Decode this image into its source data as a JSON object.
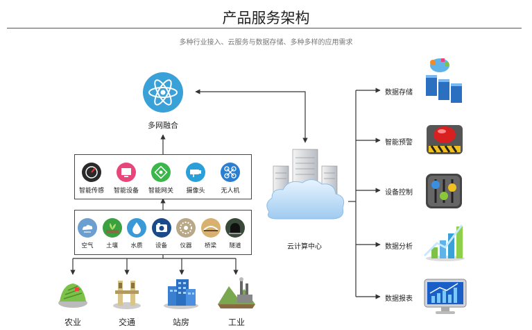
{
  "header": {
    "title": "产品服务架构",
    "subtitle": "多种行业接入、云服务与数据存储、多种多样的应用需求"
  },
  "fusion": {
    "label": "多网融合"
  },
  "devices": [
    {
      "label": "智能传感",
      "icon": "sensor-icon",
      "color": "#2a2a2a"
    },
    {
      "label": "智能设备",
      "icon": "device-icon",
      "color": "#e8457a"
    },
    {
      "label": "智能网关",
      "icon": "gateway-icon",
      "color": "#3bb64a"
    },
    {
      "label": "摄像头",
      "icon": "camera-icon",
      "color": "#2a9fd8"
    },
    {
      "label": "无人机",
      "icon": "drone-icon",
      "color": "#2a7fd0"
    }
  ],
  "monitors": [
    {
      "label": "空气",
      "icon": "air-icon",
      "color": "#6a9fd0"
    },
    {
      "label": "土壤",
      "icon": "soil-icon",
      "color": "#3aa040"
    },
    {
      "label": "水质",
      "icon": "water-icon",
      "color": "#3a9ad8"
    },
    {
      "label": "设备",
      "icon": "equipment-icon",
      "color": "#1a4a8a"
    },
    {
      "label": "仪器",
      "icon": "instrument-icon",
      "color": "#b8a888"
    },
    {
      "label": "桥梁",
      "icon": "bridge-icon",
      "color": "#d8b070"
    },
    {
      "label": "隧道",
      "icon": "tunnel-icon",
      "color": "#3a4a3a"
    }
  ],
  "industries": [
    {
      "label": "农业",
      "icon": "agriculture-icon"
    },
    {
      "label": "交通",
      "icon": "traffic-icon"
    },
    {
      "label": "站房",
      "icon": "station-icon"
    },
    {
      "label": "工业",
      "icon": "industry-icon"
    }
  ],
  "cloud": {
    "label": "云计算中心"
  },
  "applications": [
    {
      "label": "数据存储",
      "icon": "data-storage-icon"
    },
    {
      "label": "智能预警",
      "icon": "alarm-icon"
    },
    {
      "label": "设备控制",
      "icon": "control-icon"
    },
    {
      "label": "数据分析",
      "icon": "analysis-icon"
    },
    {
      "label": "数据报表",
      "icon": "report-icon"
    }
  ]
}
